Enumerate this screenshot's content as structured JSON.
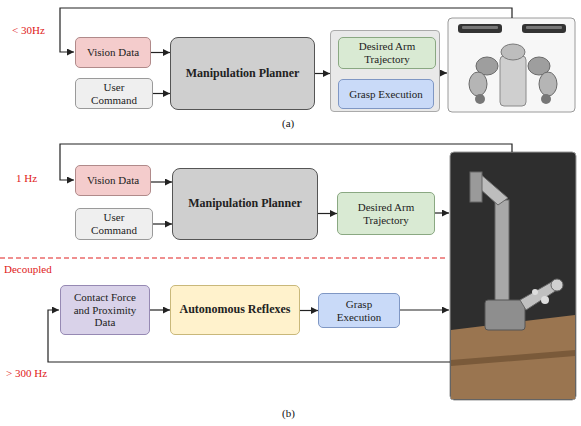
{
  "diagram": {
    "nodes": [
      {
        "text": [
          "Vision Data"
        ]
      },
      {
        "text": [
          "User Command"
        ]
      },
      {
        "text": [
          "Manipulation Planner"
        ]
      },
      {
        "text": []
      },
      {
        "text": [
          "Desired Arm Trajectory"
        ],
        "in": 3
      },
      {
        "text": [
          "Grasp Execution"
        ],
        "in": 3
      },
      {
        "text": [
          "Vision Data"
        ]
      },
      {
        "text": [
          "User Command"
        ]
      },
      {
        "text": [
          "Manipulation Planner"
        ]
      },
      {
        "text": [
          "Desired Arm Trajectory"
        ]
      },
      {
        "text": [
          "Contact Force and Proximity Data"
        ]
      },
      {
        "text": [
          "Autonomous Reflexes"
        ]
      },
      {
        "text": [
          "Grasp Execution"
        ]
      }
    ],
    "edges": [
      {
        "from": 0,
        "to": 2,
        "arrow": "to"
      },
      {
        "from": 1,
        "to": 2,
        "arrow": "to"
      },
      {
        "from": 2,
        "to": 3,
        "arrow": "to"
      },
      {
        "from": 6,
        "to": 8,
        "arrow": "to"
      },
      {
        "from": 7,
        "to": 8,
        "arrow": "to"
      },
      {
        "from": 8,
        "to": 9,
        "arrow": "to"
      },
      {
        "from": 10,
        "to": 11,
        "arrow": "to"
      },
      {
        "from": 11,
        "to": 12,
        "arrow": "to"
      }
    ],
    "labels": [
      "< 30Hz",
      "(a)",
      "1 Hz",
      "Decoupled",
      "> 300 Hz",
      "(b)"
    ]
  }
}
